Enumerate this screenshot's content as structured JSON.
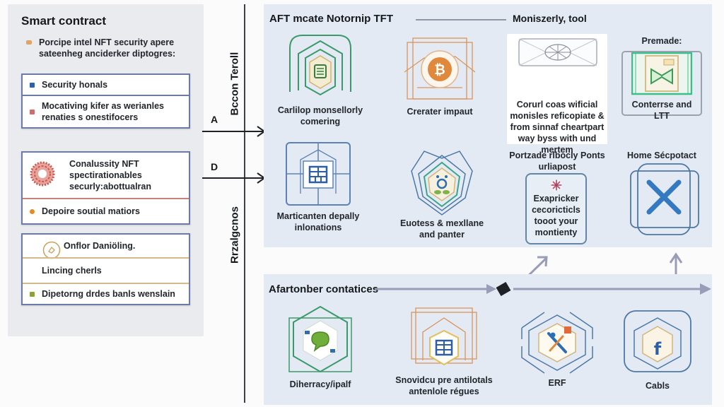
{
  "left_panel": {
    "title": "Smart contract",
    "intro": "Porcipe intel NFT security apere sateenheg anciderker diptogres:",
    "cards": [
      {
        "rows": [
          {
            "text": "Security honals",
            "icon": "security-bullet-icon",
            "color": "#2f5fa8"
          },
          {
            "text": "Mocativing kifer as werianles renaties s onestifocers",
            "icon": "warning-bullet-icon",
            "color": "#c8716a"
          }
        ]
      },
      {
        "rows": [
          {
            "text": "Conalussity NFT spectirationables securly:abottualran",
            "icon": "seal-icon",
            "color": "#c95a52"
          },
          {
            "text": "Depoire soutial matiors",
            "icon": "dot-bullet-icon",
            "color": "#e08b2c"
          }
        ]
      },
      {
        "rows": [
          {
            "text": "Onflor Daniöling.",
            "icon": "compass-icon",
            "color": "#c8a15b"
          },
          {
            "text": "Lincing cherls",
            "icon": "",
            "color": ""
          },
          {
            "text": "Dipetorng drdes banls wenslain",
            "icon": "leaf-bullet-icon",
            "color": "#8aa23a"
          }
        ]
      }
    ]
  },
  "divider": {
    "upper_label": "Bccon Teroll",
    "lower_label": "Rrzalgcnos",
    "arrow_a": "A",
    "arrow_d": "D"
  },
  "top_panel": {
    "title": "AFT mcate Notornip TFT",
    "right_title": "Moniszerly, tool",
    "nodes": [
      {
        "label": "Carlilop monsellorly comering",
        "icon": "shield-document-icon"
      },
      {
        "label": "Crerater impaut",
        "icon": "bitcoin-icon"
      },
      {
        "label": "Corurl coas wificial monisles reficopiate & from sinnaf cheartpart way byss with und mertem",
        "icon": "network-web-icon"
      },
      {
        "label": "Conterrse and LTT",
        "icon": "bowtie-document-icon",
        "caption": "Premade:"
      },
      {
        "label": "Marticanten depally inlonations",
        "icon": "grid-chip-icon"
      },
      {
        "label": "Euotess & mexllane and panter",
        "icon": "plant-shield-icon"
      },
      {
        "label": "Exapricker cecoricticls tooot your montienty",
        "icon": "flag-icon",
        "caption": "Portzade rlbocly Ponts urliapost"
      },
      {
        "label": "",
        "icon": "close-x-icon",
        "caption": "Home Sécpotact"
      }
    ]
  },
  "bottom_panel": {
    "title": "Afartonber contatices",
    "nodes": [
      {
        "label": "Diherracy/ipalf",
        "icon": "chat-shield-icon"
      },
      {
        "label": "Snovidcu pre antilotals antenlole régues",
        "icon": "grid-hex-icon"
      },
      {
        "label": "ERF",
        "icon": "tools-hex-icon"
      },
      {
        "label": "Cabls",
        "icon": "facebook-hex-icon"
      }
    ]
  },
  "colors": {
    "panel_bg": "#e4eaf3",
    "left_panel_bg": "#e9ebee",
    "card_border": "#6b7aa8",
    "arrow_gray": "#9a9cb8",
    "green": "#3a9a6a",
    "orange": "#d9955a",
    "blue": "#3a7fc4"
  }
}
